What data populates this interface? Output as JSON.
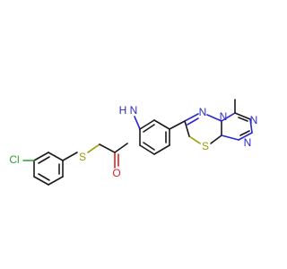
{
  "atoms": {
    "cl": "Cl",
    "s_thioether": "S",
    "o_carbonyl": "O",
    "nh": "H",
    "n_amide": "N",
    "n_upper": "N",
    "n_bridge": "N",
    "s_ring": "S",
    "n_right_top": "N",
    "n_right_bottom": "N"
  },
  "colors": {
    "carbon": "#1a1a1a",
    "nitrogen": "#2a2acc",
    "sulfur": "#9a9a00",
    "oxygen": "#dd2222",
    "chlorine": "#2fa12f"
  }
}
